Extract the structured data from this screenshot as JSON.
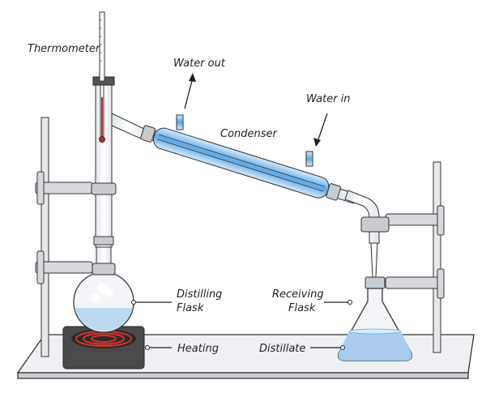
{
  "labels": {
    "thermometer": "Thermometer",
    "water_out": "Water out",
    "water_in": "Water in",
    "condenser": "Condenser",
    "distilling_flask_line1": "Distilling",
    "distilling_flask_line2": "Flask",
    "heating": "Heating",
    "receiving_flask_line1": "Receiving",
    "receiving_flask_line2": "Flask",
    "distillate": "Distillate"
  },
  "colors": {
    "water": "#5aa8e8",
    "glass": "#eef3f6",
    "stand": "#dfe3e6",
    "thermometer_liquid": "#c8262b",
    "heater_coil": "#d8322c"
  }
}
